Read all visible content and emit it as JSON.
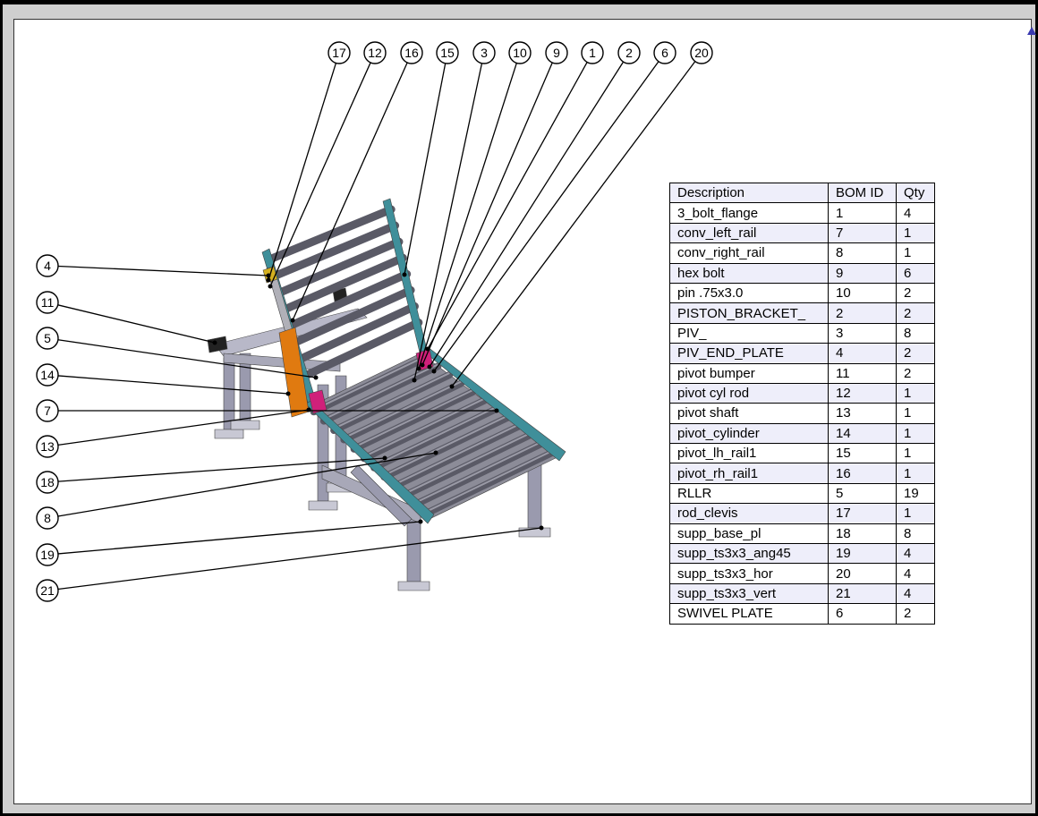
{
  "drawing": {
    "top_balloons": [
      "17",
      "12",
      "16",
      "15",
      "3",
      "10",
      "9",
      "1",
      "2",
      "6",
      "20"
    ],
    "left_balloons": [
      "4",
      "11",
      "5",
      "14",
      "7",
      "13",
      "18",
      "8",
      "19",
      "21"
    ],
    "colors": {
      "rail": "#3f8f9a",
      "roller": "#5a5a66",
      "frame": "#9a9aae",
      "cylinder": "#e07a10",
      "bracket": "#d0207a",
      "marker": "#3a3ab0"
    }
  },
  "bom": {
    "headers": [
      "Description",
      "BOM ID",
      "Qty"
    ],
    "rows": [
      [
        "3_bolt_flange",
        "1",
        "4"
      ],
      [
        "conv_left_rail",
        "7",
        "1"
      ],
      [
        "conv_right_rail",
        "8",
        "1"
      ],
      [
        "hex bolt",
        "9",
        "6"
      ],
      [
        "pin .75x3.0",
        "10",
        "2"
      ],
      [
        "PISTON_BRACKET_",
        "2",
        "2"
      ],
      [
        "PIV_",
        "3",
        "8"
      ],
      [
        "PIV_END_PLATE",
        "4",
        "2"
      ],
      [
        "pivot bumper",
        "11",
        "2"
      ],
      [
        "pivot cyl rod",
        "12",
        "1"
      ],
      [
        "pivot shaft",
        "13",
        "1"
      ],
      [
        "pivot_cylinder",
        "14",
        "1"
      ],
      [
        "pivot_lh_rail1",
        "15",
        "1"
      ],
      [
        "pivot_rh_rail1",
        "16",
        "1"
      ],
      [
        "RLLR",
        "5",
        "19"
      ],
      [
        "rod_clevis",
        "17",
        "1"
      ],
      [
        "supp_base_pl",
        "18",
        "8"
      ],
      [
        "supp_ts3x3_ang45",
        "19",
        "4"
      ],
      [
        "supp_ts3x3_hor",
        "20",
        "4"
      ],
      [
        "supp_ts3x3_vert",
        "21",
        "4"
      ],
      [
        "SWIVEL PLATE",
        "6",
        "2"
      ]
    ]
  }
}
